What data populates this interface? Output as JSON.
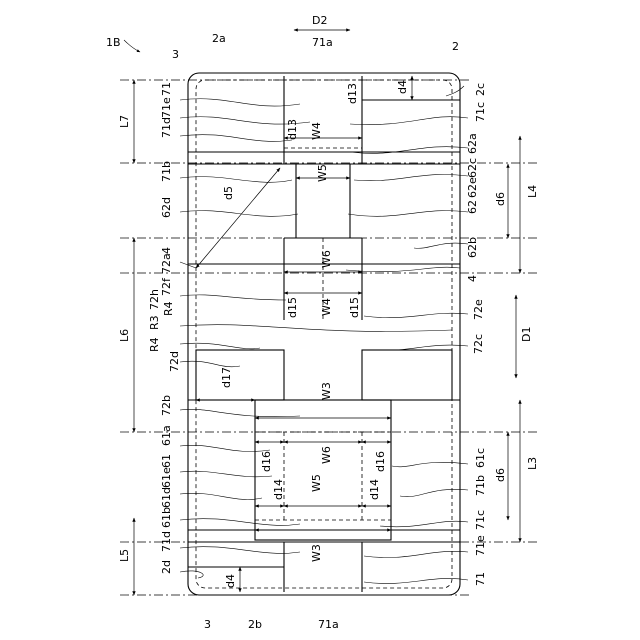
{
  "figure_id": "1B",
  "labels": {
    "d2": "D2",
    "d1": "D1",
    "n3": "3",
    "n2a": "2a",
    "n2": "2",
    "n2b": "2b",
    "n2c": "2c",
    "n2d": "2d",
    "n71": "71",
    "n71a": "71a",
    "n71b": "71b",
    "n71c": "71c",
    "n71d": "71d",
    "n71e": "71e",
    "n61": "61",
    "n61a": "61a",
    "n61b": "61b",
    "n61c": "61c",
    "n61d": "61d",
    "n61e": "61e",
    "n62": "62",
    "n62a": "62a",
    "n62b": "62b",
    "n62c": "62c",
    "n62d": "62d",
    "n62e": "62e",
    "n72a": "72a",
    "n72b": "72b",
    "n72c": "72c",
    "n72d": "72d",
    "n72e": "72e",
    "n72f": "72f",
    "n72h": "72h",
    "n4": "4",
    "L3": "L3",
    "L4": "L4",
    "L5": "L5",
    "L6": "L6",
    "L7": "L7",
    "R3": "R3",
    "R4": "R4",
    "W3": "W3",
    "W4": "W4",
    "W5": "W5",
    "W6": "W6",
    "d4": "d4",
    "d5": "d5",
    "d6": "d6",
    "d13": "d13",
    "d14": "d14",
    "d15": "d15",
    "d16": "d16",
    "d17": "d17"
  }
}
